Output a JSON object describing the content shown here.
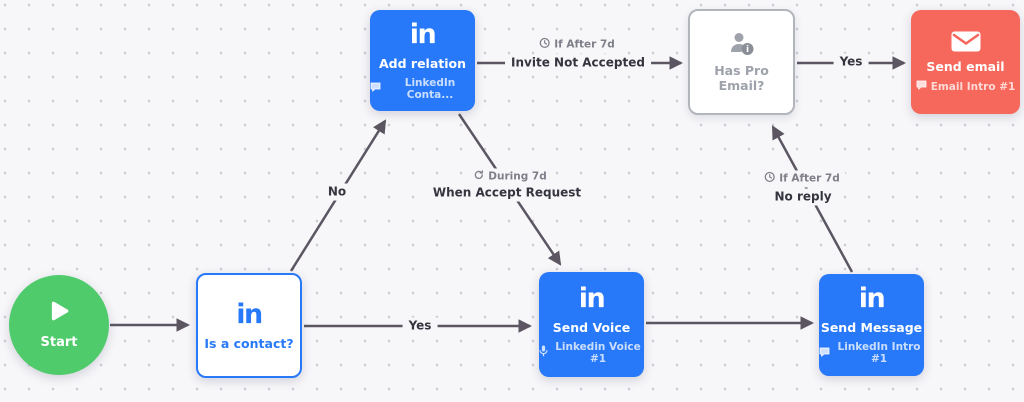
{
  "colors": {
    "blue": "#2879F9",
    "red": "#F7685C",
    "green": "#4FCB6B",
    "arrow": "#5B5662",
    "bg": "#F7F7F9"
  },
  "icons": {
    "linkedin": "in"
  },
  "nodes": {
    "start": {
      "label": "Start"
    },
    "is_contact": {
      "title": "Is a contact?"
    },
    "add_relation": {
      "title": "Add relation",
      "subtitle": "LinkedIn Conta..."
    },
    "has_pro_email": {
      "title": "Has Pro Email?"
    },
    "send_email": {
      "title": "Send email",
      "subtitle": "Email Intro #1"
    },
    "send_voice": {
      "title": "Send Voice",
      "subtitle": "Linkedin Voice #1"
    },
    "send_message": {
      "title": "Send Message",
      "subtitle": "LinkedIn Intro #1"
    }
  },
  "edges": {
    "contact_no": {
      "label": "No"
    },
    "contact_yes": {
      "label": "Yes"
    },
    "invite": {
      "condition": "If After 7d",
      "label": "Invite Not Accepted"
    },
    "accept": {
      "condition": "During 7d",
      "label": "When Accept Request"
    },
    "no_reply": {
      "condition": "If After 7d",
      "label": "No reply"
    },
    "email_yes": {
      "label": "Yes"
    }
  }
}
